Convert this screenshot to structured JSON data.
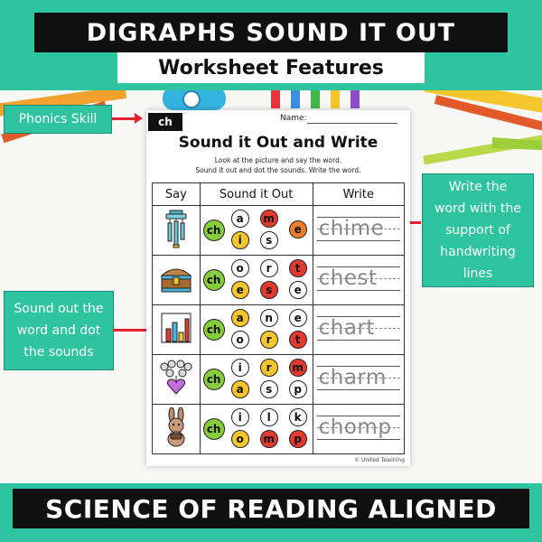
{
  "header": {
    "title": "DIGRAPHS SOUND IT OUT",
    "subtitle": "Worksheet Features"
  },
  "footer": {
    "banner": "SCIENCE OF READING ALIGNED"
  },
  "callouts": {
    "phonics": "Phonics Skill",
    "write": [
      "Write the",
      "word with the",
      "support of",
      "handwriting",
      "lines"
    ],
    "sound": [
      "Sound out the",
      "word and dot",
      "the sounds"
    ]
  },
  "worksheet": {
    "tag": "ch",
    "name_label": "Name:",
    "title": "Sound it Out and Write",
    "instructions": [
      "Look at the picture and say the word.",
      "Sound it out and dot the sounds. Write the word."
    ],
    "headers": {
      "say": "Say",
      "sound": "Sound it Out",
      "write": "Write"
    },
    "copyright": "© United Teaching",
    "rows": [
      {
        "picture": "wind-chime-icon",
        "word": "chime",
        "digraph": "ch",
        "col1": [
          "a",
          "i"
        ],
        "col2": [
          "m",
          "s"
        ],
        "col3": [
          "e"
        ]
      },
      {
        "picture": "treasure-chest-icon",
        "word": "chest",
        "digraph": "ch",
        "col1": [
          "o",
          "e"
        ],
        "col2": [
          "r",
          "s"
        ],
        "col3": [
          "t",
          "e"
        ]
      },
      {
        "picture": "bar-chart-icon",
        "word": "chart",
        "digraph": "ch",
        "col1": [
          "a",
          "o"
        ],
        "col2": [
          "n",
          "r"
        ],
        "col3": [
          "e",
          "t"
        ]
      },
      {
        "picture": "charm-bracelet-icon",
        "word": "charm",
        "digraph": "ch",
        "col1": [
          "i",
          "a"
        ],
        "col2": [
          "r",
          "s"
        ],
        "col3": [
          "m",
          "p"
        ]
      },
      {
        "picture": "bunny-chomp-icon",
        "word": "chomp",
        "digraph": "ch",
        "col1": [
          "i",
          "o"
        ],
        "col2": [
          "l",
          "m"
        ],
        "col3": [
          "k",
          "p"
        ]
      }
    ]
  },
  "colors": {
    "teal": "#2ec4a0",
    "black": "#111111",
    "arrow": "#e8202a",
    "green_dot": "#86cc3b",
    "yellow_dot": "#f5c62b",
    "red_dot": "#e23a2e",
    "orange_dot": "#ef7b2b"
  }
}
